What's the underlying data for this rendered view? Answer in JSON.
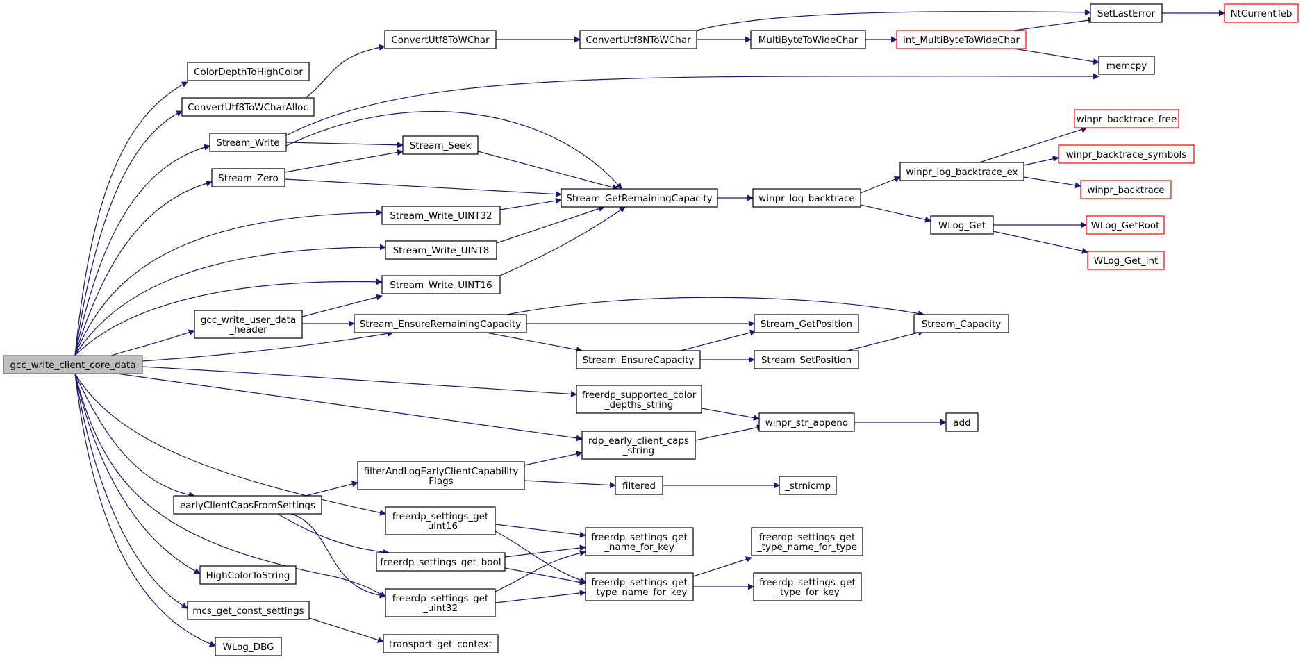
{
  "colors": {
    "edge": "#191970",
    "root_fill": "#bfbfbf",
    "external_border": "#ff0000",
    "node_border": "#000000"
  },
  "nodes": {
    "gcc_write_client_core_data": {
      "lines": [
        "gcc_write_client_core_data"
      ]
    },
    "ColorDepthToHighColor": {
      "lines": [
        "ColorDepthToHighColor"
      ]
    },
    "ConvertUtf8ToWCharAlloc": {
      "lines": [
        "ConvertUtf8ToWCharAlloc"
      ]
    },
    "Stream_Write": {
      "lines": [
        "Stream_Write"
      ]
    },
    "Stream_Zero": {
      "lines": [
        "Stream_Zero"
      ]
    },
    "gcc_write_user_data_header": {
      "lines": [
        "gcc_write_user_data",
        "_header"
      ]
    },
    "earlyClientCapsFromSettings": {
      "lines": [
        "earlyClientCapsFromSettings"
      ]
    },
    "HighColorToString": {
      "lines": [
        "HighColorToString"
      ]
    },
    "mcs_get_const_settings": {
      "lines": [
        "mcs_get_const_settings"
      ]
    },
    "WLog_DBG": {
      "lines": [
        "WLog_DBG"
      ]
    },
    "ConvertUtf8ToWChar": {
      "lines": [
        "ConvertUtf8ToWChar"
      ]
    },
    "Stream_Seek": {
      "lines": [
        "Stream_Seek"
      ]
    },
    "Stream_Write_UINT32": {
      "lines": [
        "Stream_Write_UINT32"
      ]
    },
    "Stream_Write_UINT8": {
      "lines": [
        "Stream_Write_UINT8"
      ]
    },
    "Stream_Write_UINT16": {
      "lines": [
        "Stream_Write_UINT16"
      ]
    },
    "Stream_EnsureRemainingCapacity": {
      "lines": [
        "Stream_EnsureRemainingCapacity"
      ]
    },
    "filterAndLogEarlyClientCapabilityFlags": {
      "lines": [
        "filterAndLogEarlyClientCapability",
        "Flags"
      ]
    },
    "freerdp_settings_get_uint16": {
      "lines": [
        "freerdp_settings_get",
        "_uint16"
      ]
    },
    "freerdp_settings_get_bool": {
      "lines": [
        "freerdp_settings_get_bool"
      ]
    },
    "freerdp_settings_get_uint32": {
      "lines": [
        "freerdp_settings_get",
        "_uint32"
      ]
    },
    "transport_get_context": {
      "lines": [
        "transport_get_context"
      ]
    },
    "ConvertUtf8NToWChar": {
      "lines": [
        "ConvertUtf8NToWChar"
      ]
    },
    "Stream_GetRemainingCapacity": {
      "lines": [
        "Stream_GetRemainingCapacity"
      ]
    },
    "Stream_EnsureCapacity": {
      "lines": [
        "Stream_EnsureCapacity"
      ]
    },
    "freerdp_supported_color_depths_string": {
      "lines": [
        "freerdp_supported_color",
        "_depths_string"
      ]
    },
    "rdp_early_client_caps_string": {
      "lines": [
        "rdp_early_client_caps",
        "_string"
      ]
    },
    "filtered": {
      "lines": [
        "filtered"
      ]
    },
    "freerdp_settings_get_name_for_key": {
      "lines": [
        "freerdp_settings_get",
        "_name_for_key"
      ]
    },
    "freerdp_settings_get_type_name_for_key": {
      "lines": [
        "freerdp_settings_get",
        "_type_name_for_key"
      ]
    },
    "MultiByteToWideChar": {
      "lines": [
        "MultiByteToWideChar"
      ]
    },
    "winpr_log_backtrace": {
      "lines": [
        "winpr_log_backtrace"
      ]
    },
    "Stream_GetPosition": {
      "lines": [
        "Stream_GetPosition"
      ]
    },
    "Stream_SetPosition": {
      "lines": [
        "Stream_SetPosition"
      ]
    },
    "winpr_str_append": {
      "lines": [
        "winpr_str_append"
      ]
    },
    "_strnicmp": {
      "lines": [
        "_strnicmp"
      ]
    },
    "freerdp_settings_get_type_name_for_type": {
      "lines": [
        "freerdp_settings_get",
        "_type_name_for_type"
      ]
    },
    "freerdp_settings_get_type_for_key": {
      "lines": [
        "freerdp_settings_get",
        "_type_for_key"
      ]
    },
    "int_MultiByteToWideChar": {
      "lines": [
        "int_MultiByteToWideChar"
      ]
    },
    "winpr_log_backtrace_ex": {
      "lines": [
        "winpr_log_backtrace_ex"
      ]
    },
    "WLog_Get": {
      "lines": [
        "WLog_Get"
      ]
    },
    "Stream_Capacity": {
      "lines": [
        "Stream_Capacity"
      ]
    },
    "add": {
      "lines": [
        "add"
      ]
    },
    "SetLastError": {
      "lines": [
        "SetLastError"
      ]
    },
    "memcpy": {
      "lines": [
        "memcpy"
      ]
    },
    "winpr_backtrace_free": {
      "lines": [
        "winpr_backtrace_free"
      ]
    },
    "winpr_backtrace_symbols": {
      "lines": [
        "winpr_backtrace_symbols"
      ]
    },
    "winpr_backtrace": {
      "lines": [
        "winpr_backtrace"
      ]
    },
    "WLog_GetRoot": {
      "lines": [
        "WLog_GetRoot"
      ]
    },
    "WLog_Get_int": {
      "lines": [
        "WLog_Get_int"
      ]
    },
    "NtCurrentTeb": {
      "lines": [
        "NtCurrentTeb"
      ]
    }
  }
}
